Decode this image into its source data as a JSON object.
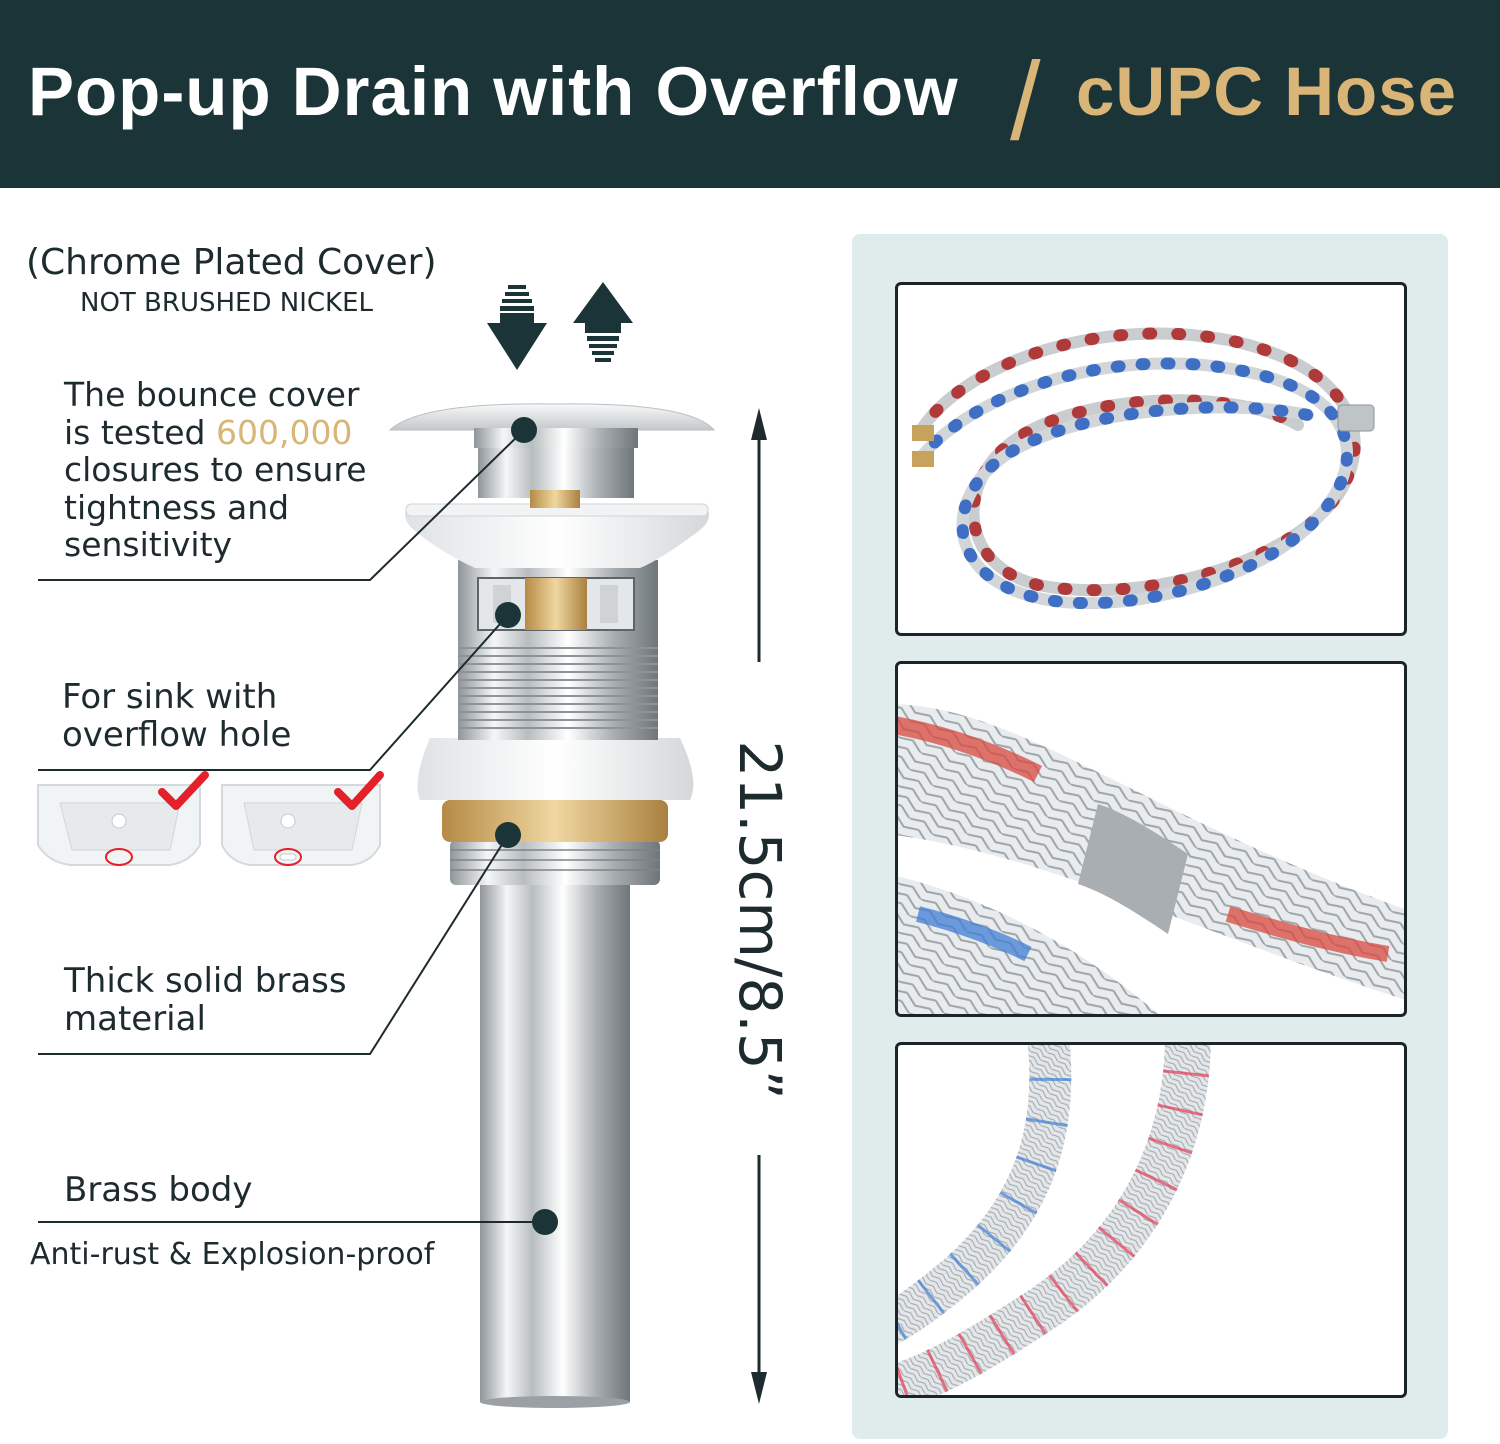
{
  "header": {
    "title_main": "Pop-up Drain with Overflow",
    "title_slash": "/",
    "title_accent": "cUPC Hose"
  },
  "callouts": {
    "chrome_title": "(Chrome Plated Cover)",
    "chrome_sub": "NOT BRUSHED NICKEL",
    "bounce_pre": "The bounce cover is tested ",
    "bounce_highlight": "600,000",
    "bounce_post": " closures to ensure tightness and sensitivity",
    "sink": "For sink with overflow hole",
    "thick": "Thick solid brass material",
    "brass": "Brass body",
    "anti": "Anti-rust & Explosion-proof"
  },
  "dimension": {
    "label": "21.5cm/8.5”"
  },
  "colors": {
    "header_bg": "#1b3438",
    "accent_gold": "#d9b577",
    "panel_bg": "#e0ecec",
    "check_red": "#e4202a"
  },
  "icons": {
    "press_down": "arrow-down-icon",
    "pop_up": "arrow-up-icon",
    "overflow_ok": "checkmark-icon"
  }
}
